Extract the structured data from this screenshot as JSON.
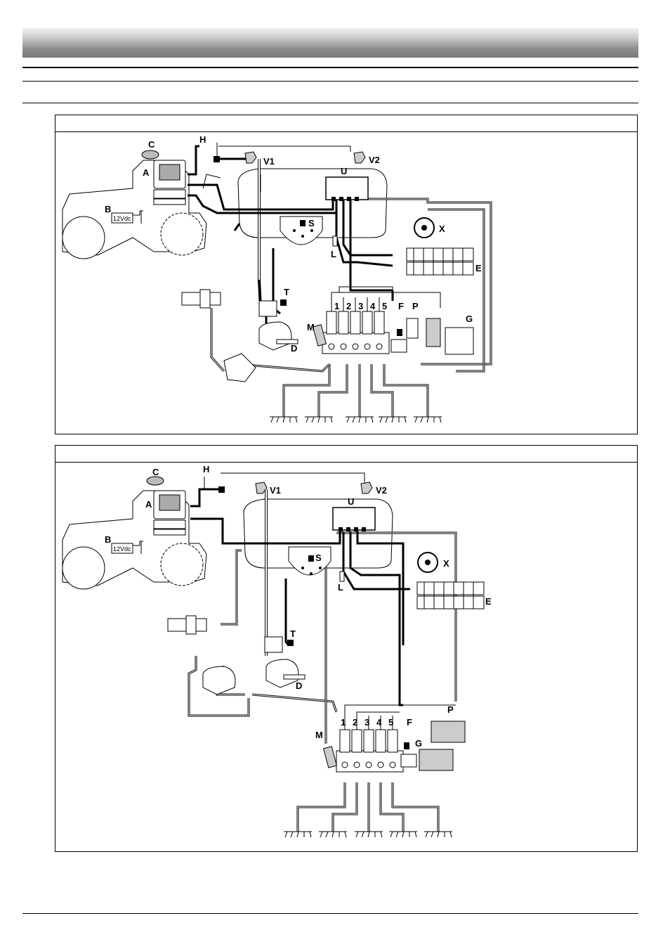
{
  "labels": {
    "c": "C",
    "a": "A",
    "b": "B",
    "h": "H",
    "v1": "V1",
    "v2": "V2",
    "u": "U",
    "s": "S",
    "l": "L",
    "x": "X",
    "e": "E",
    "t": "T",
    "d": "D",
    "m": "M",
    "f": "F",
    "p": "P",
    "g": "G",
    "n1": "1",
    "n2": "2",
    "n3": "3",
    "n4": "4",
    "n5": "5",
    "battery": "12Vdc"
  }
}
